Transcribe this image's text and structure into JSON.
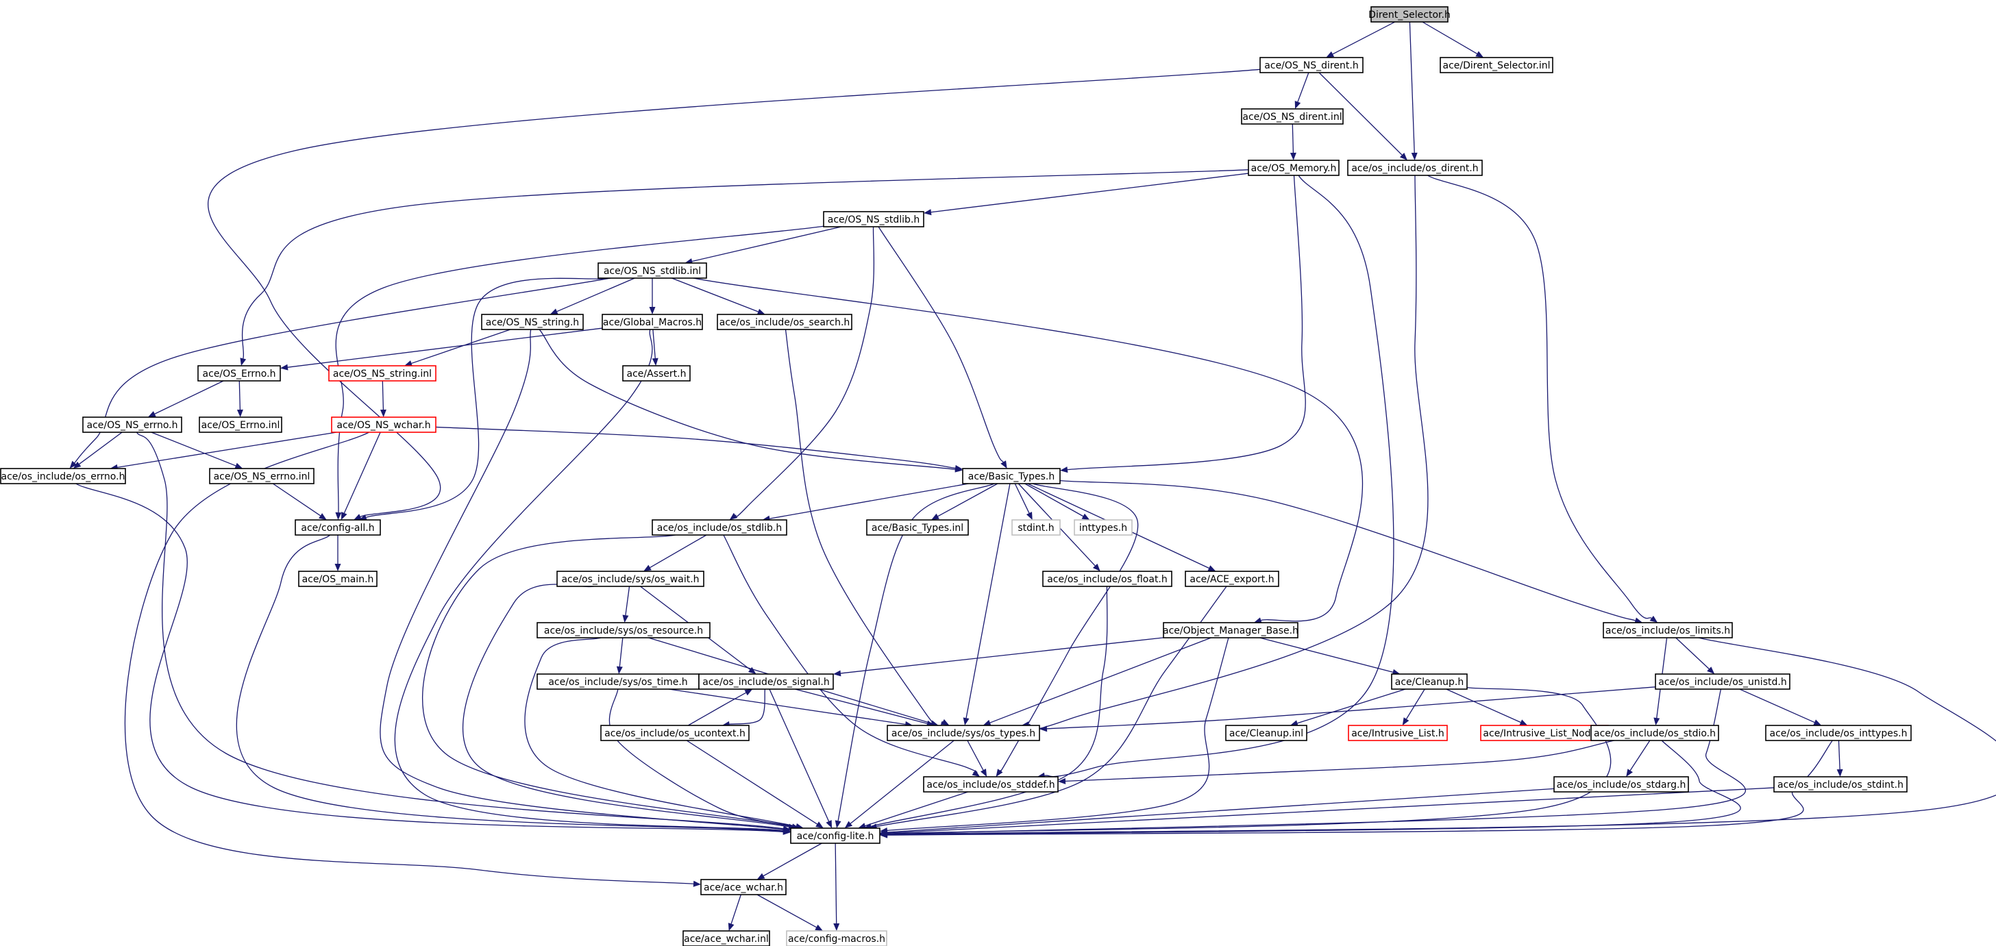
{
  "colors": {
    "edge": "#191970",
    "node_border": "#000000",
    "node_fill": "#ffffff",
    "root_fill": "#bfbfbf",
    "incomplete_border": "#ff0000",
    "external_border": "#bfbfbf"
  },
  "nodes": [
    {
      "id": "root",
      "label": "Dirent_Selector.h",
      "kind": "root"
    },
    {
      "id": "os_ns_dirent_h",
      "label": "ace/OS_NS_dirent.h",
      "kind": "normal"
    },
    {
      "id": "dirent_selector_inl",
      "label": "ace/Dirent_Selector.inl",
      "kind": "normal"
    },
    {
      "id": "os_ns_dirent_inl",
      "label": "ace/OS_NS_dirent.inl",
      "kind": "normal"
    },
    {
      "id": "os_memory_h",
      "label": "ace/OS_Memory.h",
      "kind": "normal"
    },
    {
      "id": "os_dirent_h",
      "label": "ace/os_include/os_dirent.h",
      "kind": "normal"
    },
    {
      "id": "os_ns_stdlib_h",
      "label": "ace/OS_NS_stdlib.h",
      "kind": "normal"
    },
    {
      "id": "os_ns_stdlib_inl",
      "label": "ace/OS_NS_stdlib.inl",
      "kind": "normal"
    },
    {
      "id": "os_ns_string_h",
      "label": "ace/OS_NS_string.h",
      "kind": "normal"
    },
    {
      "id": "global_macros_h",
      "label": "ace/Global_Macros.h",
      "kind": "normal"
    },
    {
      "id": "os_search_h",
      "label": "ace/os_include/os_search.h",
      "kind": "normal"
    },
    {
      "id": "os_errno_cap_h",
      "label": "ace/OS_Errno.h",
      "kind": "normal"
    },
    {
      "id": "os_ns_string_inl",
      "label": "ace/OS_NS_string.inl",
      "kind": "incomplete"
    },
    {
      "id": "assert_h",
      "label": "ace/Assert.h",
      "kind": "normal"
    },
    {
      "id": "os_ns_errno_h",
      "label": "ace/OS_NS_errno.h",
      "kind": "normal"
    },
    {
      "id": "os_errno_cap_inl",
      "label": "ace/OS_Errno.inl",
      "kind": "normal"
    },
    {
      "id": "os_ns_wchar_h",
      "label": "ace/OS_NS_wchar.h",
      "kind": "incomplete"
    },
    {
      "id": "os_errno_h",
      "label": "ace/os_include/os_errno.h",
      "kind": "normal"
    },
    {
      "id": "os_ns_errno_inl",
      "label": "ace/OS_NS_errno.inl",
      "kind": "normal"
    },
    {
      "id": "basic_types_h",
      "label": "ace/Basic_Types.h",
      "kind": "normal"
    },
    {
      "id": "config_all_h",
      "label": "ace/config-all.h",
      "kind": "normal"
    },
    {
      "id": "os_stdlib_h",
      "label": "ace/os_include/os_stdlib.h",
      "kind": "normal"
    },
    {
      "id": "basic_types_inl",
      "label": "ace/Basic_Types.inl",
      "kind": "normal"
    },
    {
      "id": "stdint_h",
      "label": "stdint.h",
      "kind": "external"
    },
    {
      "id": "inttypes_h",
      "label": "inttypes.h",
      "kind": "external"
    },
    {
      "id": "os_main_h",
      "label": "ace/OS_main.h",
      "kind": "normal"
    },
    {
      "id": "os_wait_h",
      "label": "ace/os_include/sys/os_wait.h",
      "kind": "normal"
    },
    {
      "id": "os_float_h",
      "label": "ace/os_include/os_float.h",
      "kind": "normal"
    },
    {
      "id": "ace_export_h",
      "label": "ace/ACE_export.h",
      "kind": "normal"
    },
    {
      "id": "os_resource_h",
      "label": "ace/os_include/sys/os_resource.h",
      "kind": "normal"
    },
    {
      "id": "object_manager_base_h",
      "label": "ace/Object_Manager_Base.h",
      "kind": "normal"
    },
    {
      "id": "os_limits_h",
      "label": "ace/os_include/os_limits.h",
      "kind": "normal"
    },
    {
      "id": "os_time_h",
      "label": "ace/os_include/sys/os_time.h",
      "kind": "normal"
    },
    {
      "id": "os_signal_h",
      "label": "ace/os_include/os_signal.h",
      "kind": "normal"
    },
    {
      "id": "cleanup_h",
      "label": "ace/Cleanup.h",
      "kind": "normal"
    },
    {
      "id": "os_unistd_h",
      "label": "ace/os_include/os_unistd.h",
      "kind": "normal"
    },
    {
      "id": "os_ucontext_h",
      "label": "ace/os_include/os_ucontext.h",
      "kind": "normal"
    },
    {
      "id": "os_types_h",
      "label": "ace/os_include/sys/os_types.h",
      "kind": "normal"
    },
    {
      "id": "cleanup_inl",
      "label": "ace/Cleanup.inl",
      "kind": "normal"
    },
    {
      "id": "intrusive_list_h",
      "label": "ace/Intrusive_List.h",
      "kind": "incomplete"
    },
    {
      "id": "intrusive_list_node_h",
      "label": "ace/Intrusive_List_Node.h",
      "kind": "incomplete"
    },
    {
      "id": "os_stdio_h",
      "label": "ace/os_include/os_stdio.h",
      "kind": "normal"
    },
    {
      "id": "os_inttypes_h",
      "label": "ace/os_include/os_inttypes.h",
      "kind": "normal"
    },
    {
      "id": "os_stddef_h",
      "label": "ace/os_include/os_stddef.h",
      "kind": "normal"
    },
    {
      "id": "os_stdarg_h",
      "label": "ace/os_include/os_stdarg.h",
      "kind": "normal"
    },
    {
      "id": "os_stdint_h",
      "label": "ace/os_include/os_stdint.h",
      "kind": "normal"
    },
    {
      "id": "config_lite_h",
      "label": "ace/config-lite.h",
      "kind": "normal"
    },
    {
      "id": "ace_wchar_h",
      "label": "ace/ace_wchar.h",
      "kind": "normal"
    },
    {
      "id": "ace_wchar_inl",
      "label": "ace/ace_wchar.inl",
      "kind": "normal"
    },
    {
      "id": "config_macros_h",
      "label": "ace/config-macros.h",
      "kind": "external"
    }
  ],
  "edges": [
    [
      "root",
      "os_ns_dirent_h"
    ],
    [
      "root",
      "dirent_selector_inl"
    ],
    [
      "root",
      "os_dirent_h"
    ],
    [
      "os_ns_dirent_h",
      "os_ns_dirent_inl"
    ],
    [
      "os_ns_dirent_h",
      "os_dirent_h"
    ],
    [
      "os_ns_dirent_h",
      "config_all_h"
    ],
    [
      "os_ns_dirent_inl",
      "os_memory_h"
    ],
    [
      "os_memory_h",
      "os_ns_stdlib_h"
    ],
    [
      "os_memory_h",
      "os_errno_cap_h"
    ],
    [
      "os_memory_h",
      "basic_types_h"
    ],
    [
      "os_memory_h",
      "os_stddef_h"
    ],
    [
      "os_dirent_h",
      "os_types_h"
    ],
    [
      "os_dirent_h",
      "os_limits_h"
    ],
    [
      "os_ns_stdlib_h",
      "os_ns_stdlib_inl"
    ],
    [
      "os_ns_stdlib_h",
      "config_all_h"
    ],
    [
      "os_ns_stdlib_h",
      "os_stdlib_h"
    ],
    [
      "os_ns_stdlib_h",
      "basic_types_h"
    ],
    [
      "os_ns_stdlib_inl",
      "os_ns_string_h"
    ],
    [
      "os_ns_stdlib_inl",
      "global_macros_h"
    ],
    [
      "os_ns_stdlib_inl",
      "os_search_h"
    ],
    [
      "os_ns_stdlib_inl",
      "os_errno_h"
    ],
    [
      "os_ns_stdlib_inl",
      "config_all_h"
    ],
    [
      "os_ns_stdlib_inl",
      "object_manager_base_h"
    ],
    [
      "os_ns_string_h",
      "os_ns_string_inl"
    ],
    [
      "os_ns_string_h",
      "basic_types_h"
    ],
    [
      "os_ns_string_h",
      "config_lite_h"
    ],
    [
      "global_macros_h",
      "os_errno_cap_h"
    ],
    [
      "global_macros_h",
      "assert_h"
    ],
    [
      "global_macros_h",
      "config_lite_h"
    ],
    [
      "os_search_h",
      "os_types_h"
    ],
    [
      "os_errno_cap_h",
      "os_ns_errno_h"
    ],
    [
      "os_errno_cap_h",
      "os_errno_cap_inl"
    ],
    [
      "os_ns_string_inl",
      "os_ns_wchar_h"
    ],
    [
      "os_ns_errno_h",
      "os_errno_h"
    ],
    [
      "os_ns_errno_h",
      "os_ns_errno_inl"
    ],
    [
      "os_ns_errno_h",
      "config_lite_h"
    ],
    [
      "os_ns_wchar_h",
      "os_errno_h"
    ],
    [
      "os_ns_wchar_h",
      "config_all_h"
    ],
    [
      "os_ns_wchar_h",
      "basic_types_h"
    ],
    [
      "os_ns_wchar_h",
      "ace_wchar_h"
    ],
    [
      "os_errno_h",
      "config_lite_h"
    ],
    [
      "os_ns_errno_inl",
      "config_all_h"
    ],
    [
      "basic_types_h",
      "os_stdlib_h"
    ],
    [
      "basic_types_h",
      "basic_types_inl"
    ],
    [
      "basic_types_h",
      "stdint_h"
    ],
    [
      "basic_types_h",
      "inttypes_h"
    ],
    [
      "basic_types_h",
      "os_float_h"
    ],
    [
      "basic_types_h",
      "ace_export_h"
    ],
    [
      "basic_types_h",
      "os_limits_h"
    ],
    [
      "basic_types_h",
      "os_types_h"
    ],
    [
      "basic_types_h",
      "os_stddef_h"
    ],
    [
      "basic_types_h",
      "config_lite_h"
    ],
    [
      "config_all_h",
      "os_main_h"
    ],
    [
      "config_all_h",
      "config_lite_h"
    ],
    [
      "os_stdlib_h",
      "os_wait_h"
    ],
    [
      "os_stdlib_h",
      "os_stddef_h"
    ],
    [
      "os_stdlib_h",
      "config_lite_h"
    ],
    [
      "os_wait_h",
      "os_resource_h"
    ],
    [
      "os_wait_h",
      "os_signal_h"
    ],
    [
      "os_wait_h",
      "config_lite_h"
    ],
    [
      "os_float_h",
      "config_lite_h"
    ],
    [
      "ace_export_h",
      "config_lite_h"
    ],
    [
      "os_resource_h",
      "os_time_h"
    ],
    [
      "os_resource_h",
      "os_types_h"
    ],
    [
      "os_resource_h",
      "config_lite_h"
    ],
    [
      "object_manager_base_h",
      "os_signal_h"
    ],
    [
      "object_manager_base_h",
      "cleanup_h"
    ],
    [
      "object_manager_base_h",
      "os_types_h"
    ],
    [
      "object_manager_base_h",
      "config_lite_h"
    ],
    [
      "os_limits_h",
      "os_unistd_h"
    ],
    [
      "os_limits_h",
      "os_stdio_h"
    ],
    [
      "os_limits_h",
      "config_lite_h"
    ],
    [
      "os_time_h",
      "os_types_h"
    ],
    [
      "os_time_h",
      "config_lite_h"
    ],
    [
      "os_signal_h",
      "os_ucontext_h"
    ],
    [
      "os_signal_h",
      "os_types_h"
    ],
    [
      "os_signal_h",
      "config_lite_h"
    ],
    [
      "os_ucontext_h",
      "os_signal_h"
    ],
    [
      "os_ucontext_h",
      "config_lite_h"
    ],
    [
      "cleanup_h",
      "cleanup_inl"
    ],
    [
      "cleanup_h",
      "intrusive_list_h"
    ],
    [
      "cleanup_h",
      "intrusive_list_node_h"
    ],
    [
      "cleanup_h",
      "config_lite_h"
    ],
    [
      "os_unistd_h",
      "os_types_h"
    ],
    [
      "os_unistd_h",
      "os_inttypes_h"
    ],
    [
      "os_unistd_h",
      "config_lite_h"
    ],
    [
      "os_types_h",
      "os_stddef_h"
    ],
    [
      "os_types_h",
      "config_lite_h"
    ],
    [
      "os_stdio_h",
      "os_stdarg_h"
    ],
    [
      "os_stdio_h",
      "os_stddef_h"
    ],
    [
      "os_stdio_h",
      "config_lite_h"
    ],
    [
      "os_inttypes_h",
      "os_stdint_h"
    ],
    [
      "os_inttypes_h",
      "config_lite_h"
    ],
    [
      "os_stddef_h",
      "config_lite_h"
    ],
    [
      "os_stdarg_h",
      "config_lite_h"
    ],
    [
      "os_stdint_h",
      "config_lite_h"
    ],
    [
      "config_lite_h",
      "ace_wchar_h"
    ],
    [
      "config_lite_h",
      "config_macros_h"
    ],
    [
      "ace_wchar_h",
      "ace_wchar_inl"
    ],
    [
      "ace_wchar_h",
      "config_macros_h"
    ]
  ]
}
